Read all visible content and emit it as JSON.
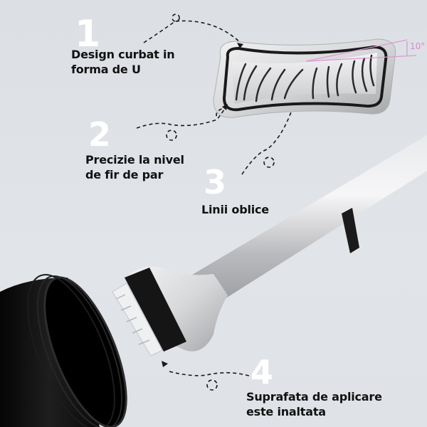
{
  "features": [
    {
      "number": "1",
      "label_line1": "Design curbat in",
      "label_line2": "forma de U"
    },
    {
      "number": "2",
      "label_line1": "Precizie la nivel",
      "label_line2": "de fir de par"
    },
    {
      "number": "3",
      "label_line1": "Linii oblice",
      "label_line2": ""
    },
    {
      "number": "4",
      "label_line1": "Suprafata de aplicare",
      "label_line2": "este inaltata"
    }
  ],
  "annotation": {
    "angle": "10°"
  },
  "colors": {
    "background": "#dfe2e7",
    "number_color": "#ffffff",
    "label_color": "#111111",
    "angle_accent": "#d58ad0",
    "handle_silver": "#c9cacc",
    "body_black": "#111111"
  }
}
